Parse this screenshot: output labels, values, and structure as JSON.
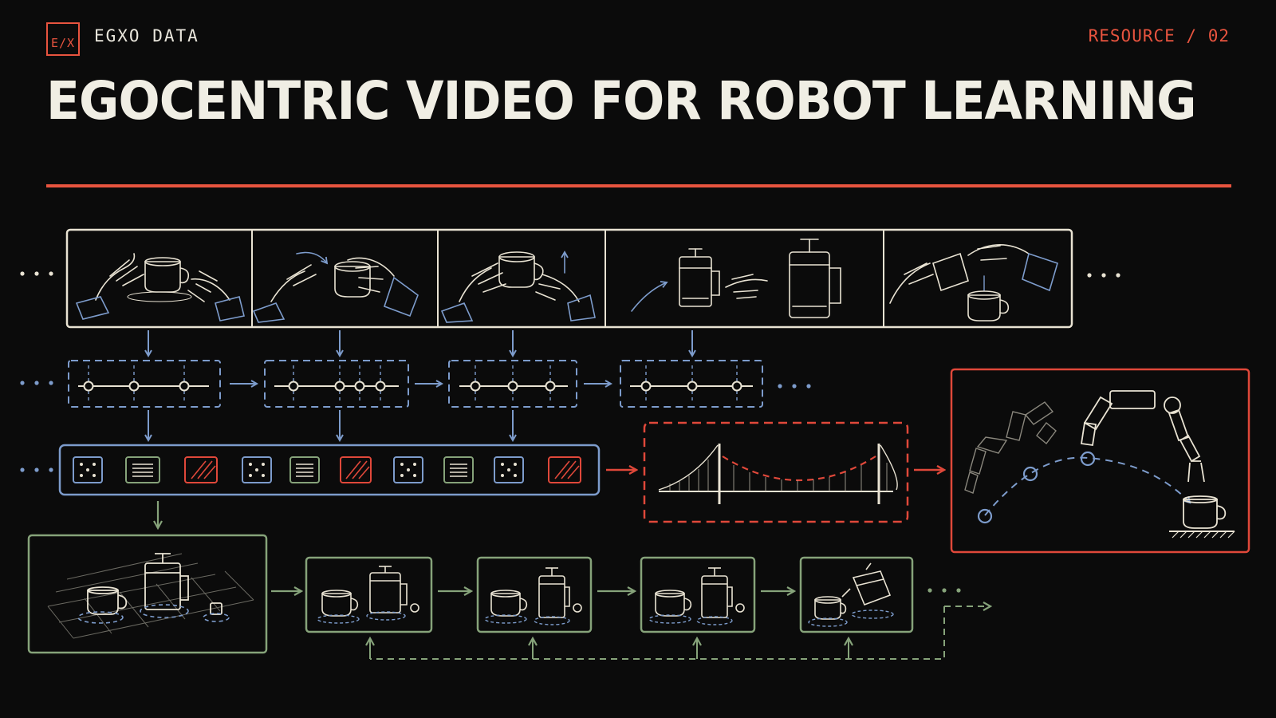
{
  "header": {
    "logo_text": "E/X",
    "brand": "EGXO DATA",
    "resource": "RESOURCE / 02",
    "title": "EGOCENTRIC VIDEO FOR ROBOT LEARNING"
  },
  "colors": {
    "background": "#0b0b0b",
    "accent": "#e8543f",
    "frame": "#e9e3d3",
    "blue": "#7d9ccc",
    "green": "#86a37a",
    "red": "#e0483a",
    "text": "#f0eee4"
  },
  "diagram": {
    "video_frames": [
      "hands-mug-frame",
      "hand-grasp-mug-frame",
      "lift-mug-frame",
      "reach-press-frame",
      "pour-frame"
    ],
    "keypoint_tracks": [
      {
        "points": 3
      },
      {
        "points": 4
      },
      {
        "points": 3
      },
      {
        "points": 3
      }
    ],
    "token_sequence": [
      "dice",
      "lines",
      "hatch",
      "dice",
      "lines",
      "hatch",
      "dice",
      "lines",
      "dice",
      "hatch"
    ],
    "icons": {
      "bridge": "bridge-icon",
      "robot_arm": "robot-arm-icon",
      "scene": "scene-graph-icon"
    }
  }
}
